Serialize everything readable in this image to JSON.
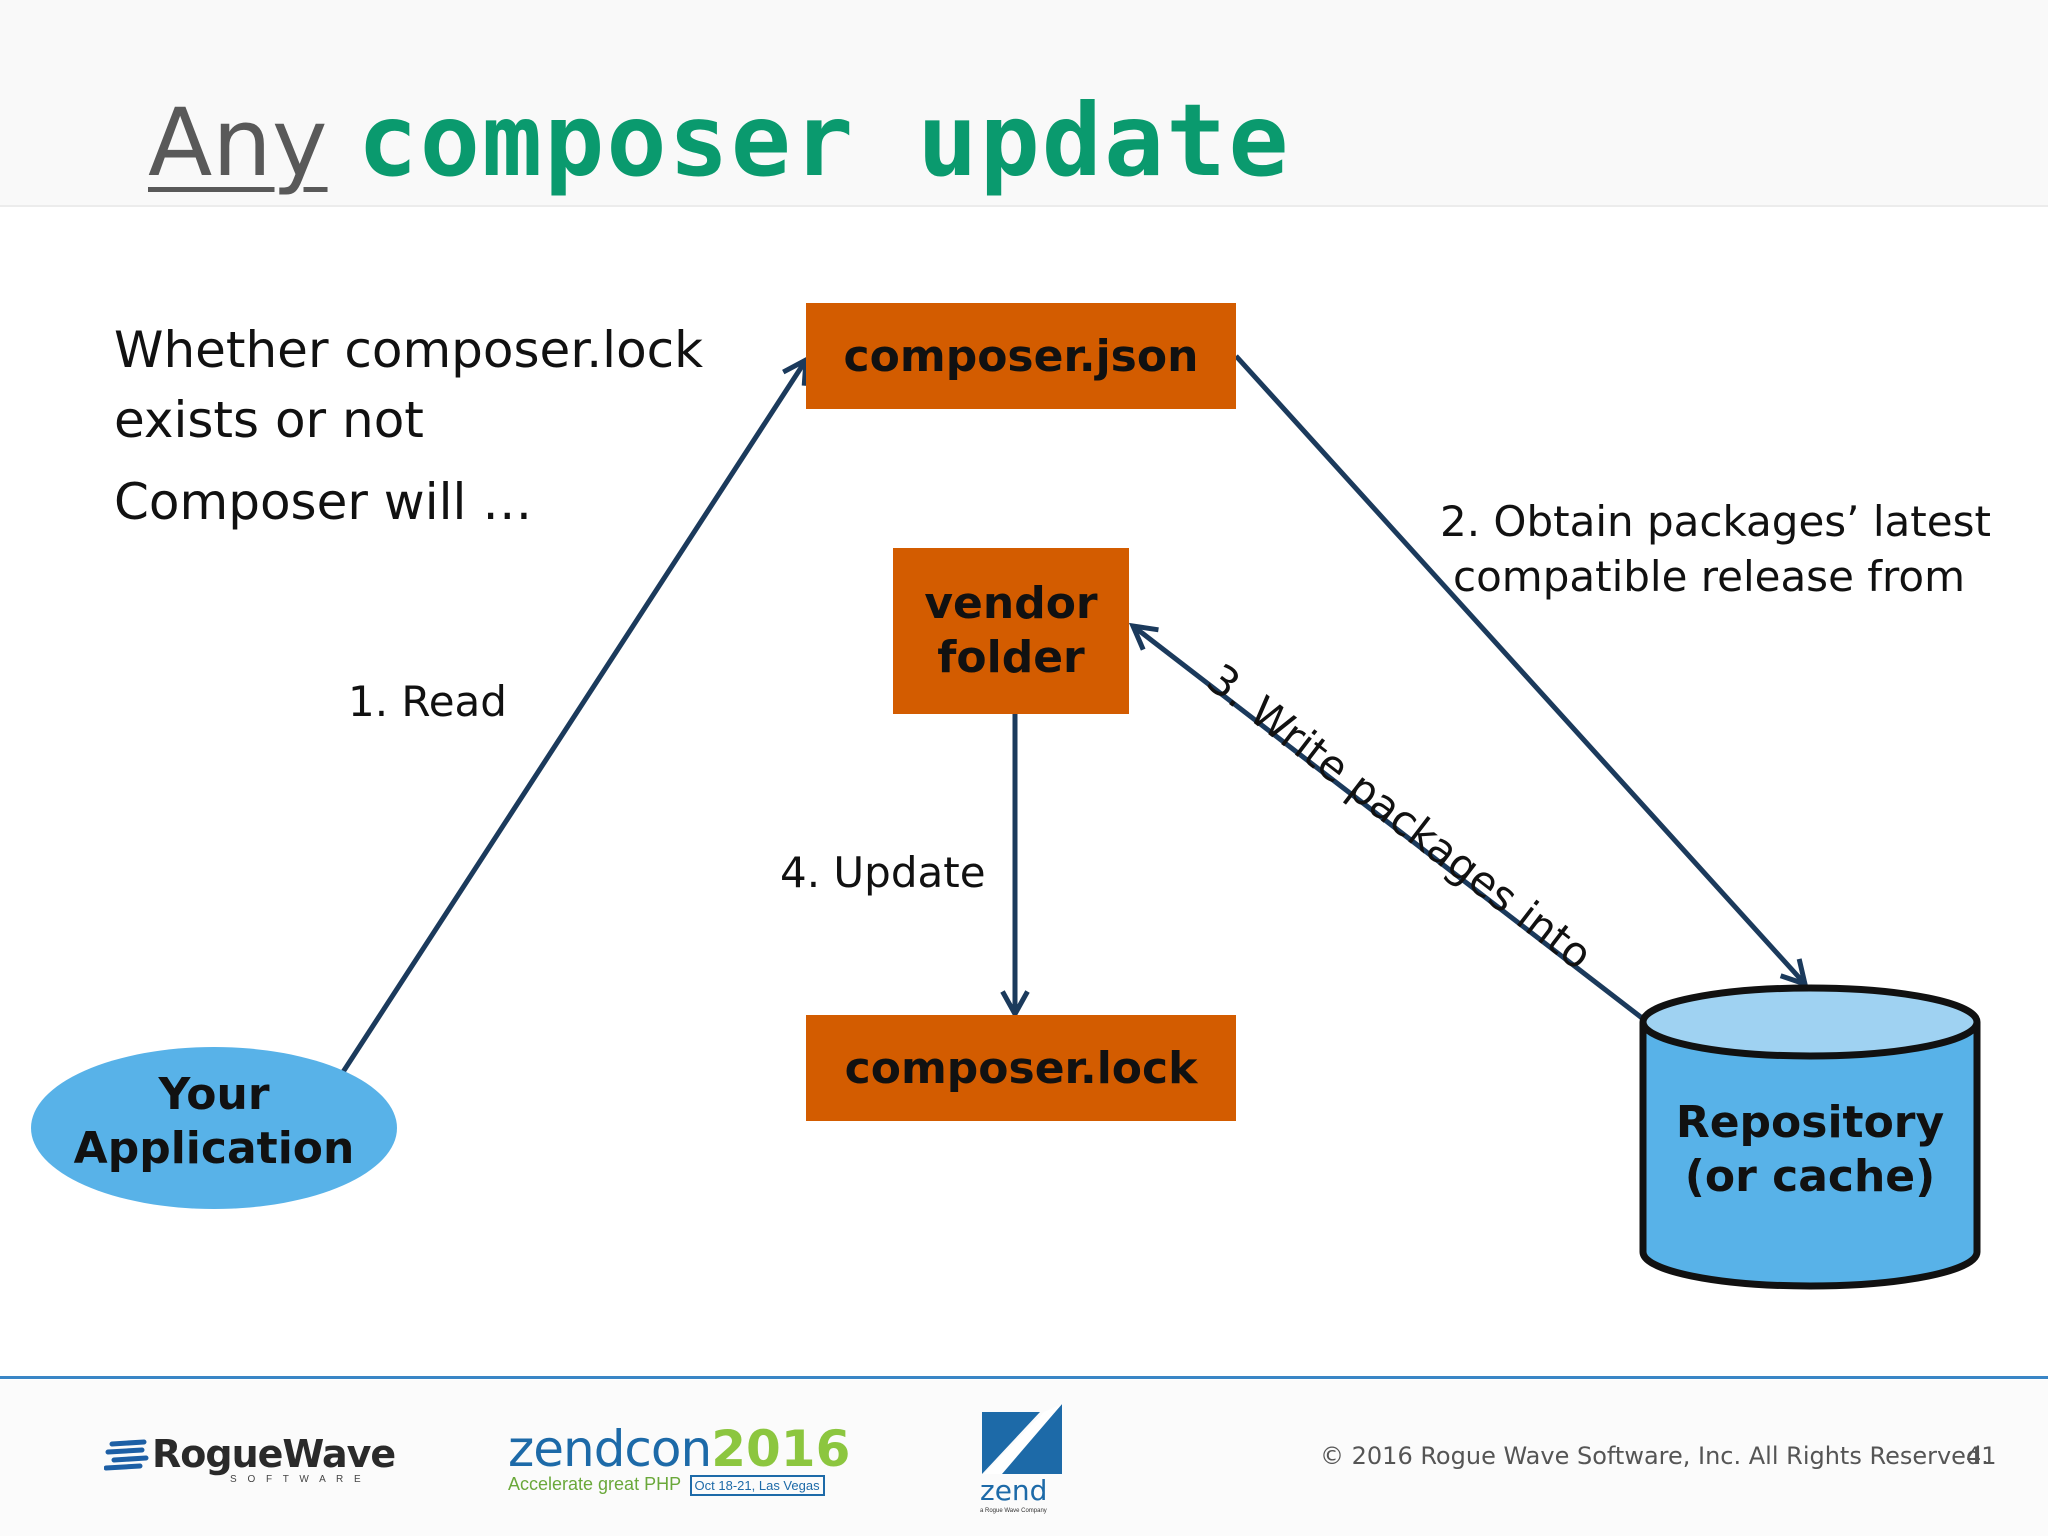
{
  "slide": {
    "title_prefix": "Any",
    "title_command": "composer update",
    "page_number": "41",
    "copyright": "© 2016 Rogue Wave Software, Inc. All Rights Reserved."
  },
  "intro": {
    "line1": "Whether composer.lock",
    "line2": "exists or not",
    "line3": "Composer will …"
  },
  "nodes": {
    "composer_json": "composer.json",
    "vendor_line1": "vendor",
    "vendor_line2": "folder",
    "composer_lock": "composer.lock",
    "app_line1": "Your",
    "app_line2": "Application",
    "repo_line1": "Repository",
    "repo_line2": "(or cache)"
  },
  "edges": {
    "read": "1. Read",
    "obtain_line1": "2.  Obtain packages’ latest",
    "obtain_line2": "compatible release from",
    "write": "3. Write packages into",
    "update": "4. Update"
  },
  "logos": {
    "roguewave": "RogueWave",
    "roguewave_sub": "S O F T W A R E",
    "zendcon": "zendcon",
    "zendcon_year": "2016",
    "zendcon_tagline": "Accelerate great PHP",
    "zendcon_dates": "Oct 18-21, Las Vegas",
    "zend": "zend",
    "zend_sub": "a Rogue Wave Company"
  },
  "colors": {
    "box_fill": "#d35c00",
    "arrow": "#1b3a5c",
    "cylinder": "#58b2e8",
    "cylinder_top": "#9fd2f2",
    "title_green": "#0a9a6e",
    "footer_rule": "#3a86c6"
  }
}
